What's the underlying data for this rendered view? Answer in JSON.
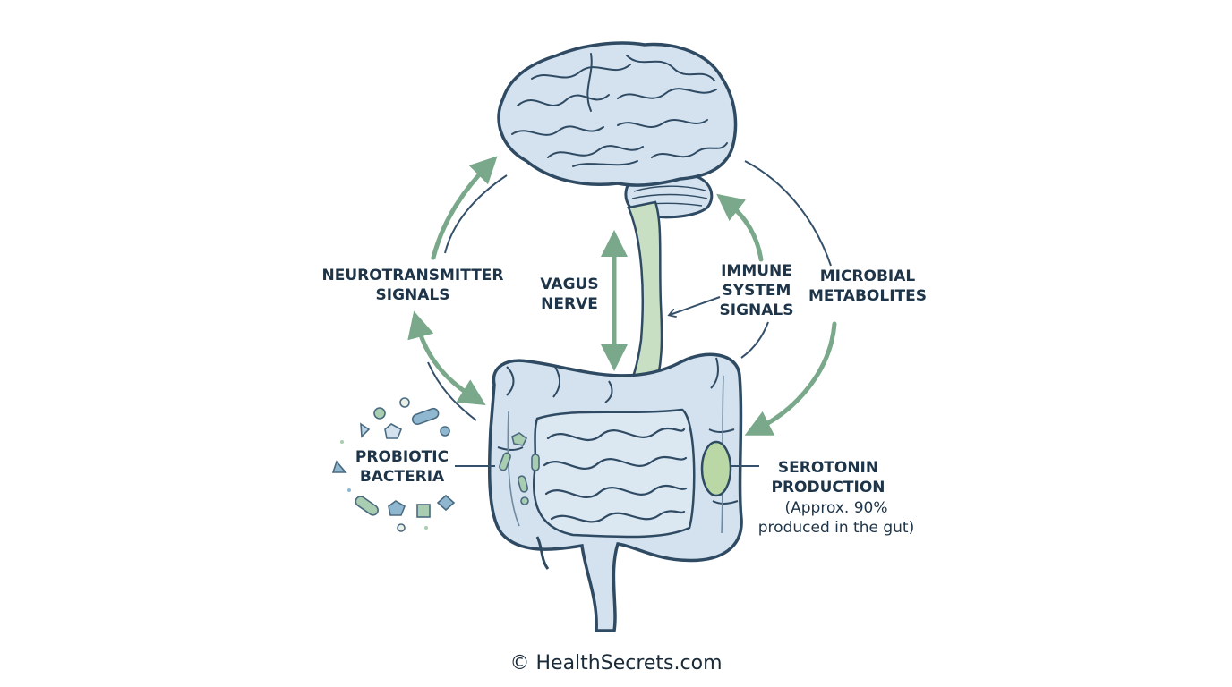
{
  "labels": {
    "neurotransmitter": [
      "NEUROTRANSMITTER",
      "SIGNALS"
    ],
    "vagus": [
      "VAGUS",
      "NERVE"
    ],
    "immune": [
      "IMMUNE",
      "SYSTEM",
      "SIGNALS"
    ],
    "microbial": [
      "MICROBIAL",
      "METABOLITES"
    ],
    "probiotic": [
      "PROBIOTIC",
      "BACTERIA"
    ],
    "serotonin": [
      "SEROTONIN",
      "PRODUCTION"
    ],
    "serotonin_note": [
      "(Approx. 90%",
      "produced in the gut)"
    ]
  },
  "credit": "© HealthSecrets.com",
  "colors": {
    "organ_fill": "#d3e2ee",
    "organ_stroke": "#2f4a63",
    "arrow_green": "#7aa88a",
    "nerve_green": "#c9dfc4",
    "serotonin_spot": "#b9d8a6",
    "text": "#1e3448"
  }
}
